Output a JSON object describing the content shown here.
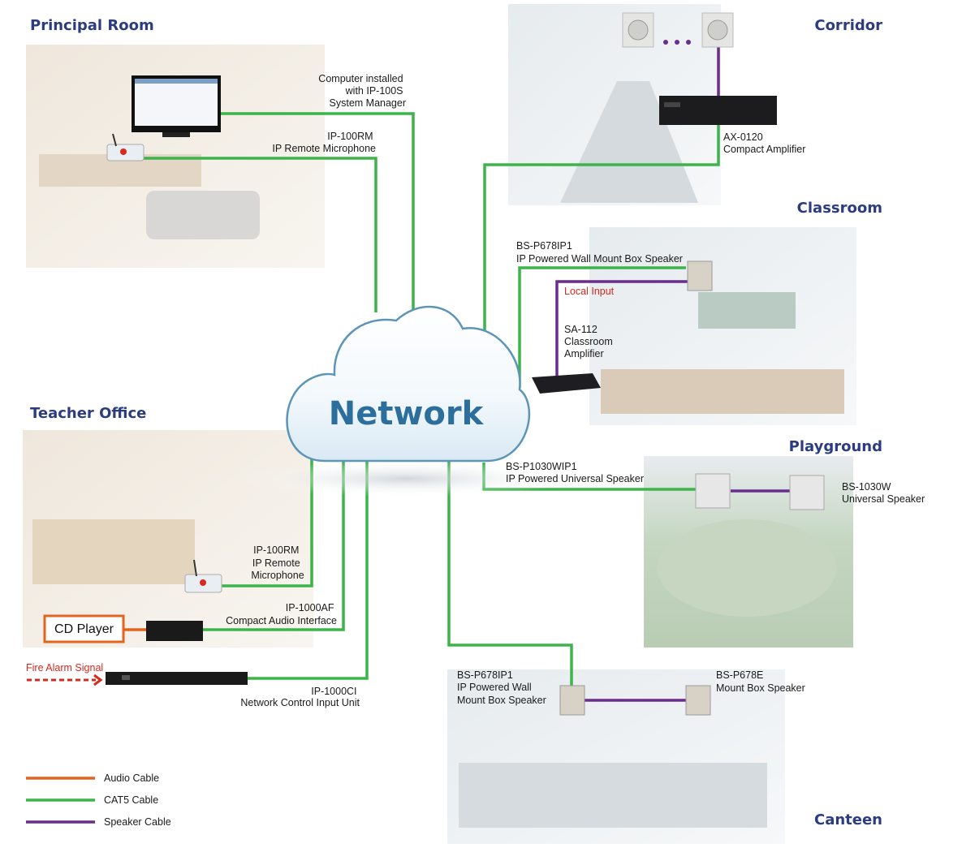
{
  "colors": {
    "title": "#2b3d80",
    "cat5": "#3cb44a",
    "speaker": "#6a2d8f",
    "audio": "#e4631f",
    "alarm": "#d62a1f",
    "network_text": "#2d6f9c"
  },
  "rooms": {
    "principal": "Principal Room",
    "corridor": "Corridor",
    "classroom": "Classroom",
    "teacher": "Teacher Office",
    "playground": "Playground",
    "canteen": "Canteen"
  },
  "network": "Network",
  "principal": {
    "computer": [
      "Computer installed",
      "with IP-100S",
      "System Manager"
    ],
    "mic": [
      "IP-100RM",
      "IP Remote Microphone"
    ]
  },
  "corridor": {
    "amp": [
      "AX-0120",
      "Compact Amplifier"
    ]
  },
  "classroom": {
    "speaker": [
      "BS-P678IP1",
      "IP Powered Wall Mount Box Speaker"
    ],
    "local_input": "Local Input",
    "amp": [
      "SA-112",
      "Classroom",
      "Amplifier"
    ]
  },
  "playground": {
    "ip_speaker": [
      "BS-P1030WIP1",
      "IP Powered Universal Speaker"
    ],
    "speaker": [
      "BS-1030W",
      "Universal Speaker"
    ]
  },
  "teacher": {
    "mic": [
      "IP-100RM",
      "IP Remote",
      "Microphone"
    ],
    "interface": [
      "IP-1000AF",
      "Compact Audio Interface"
    ],
    "cd_player": "CD Player",
    "fire_alarm": "Fire Alarm Signal",
    "control": [
      "IP-1000CI",
      "Network Control Input Unit"
    ]
  },
  "canteen": {
    "ip_speaker": [
      "BS-P678IP1",
      "IP Powered Wall",
      "Mount Box Speaker"
    ],
    "speaker": [
      "BS-P678E",
      "Mount Box Speaker"
    ]
  },
  "legend": {
    "audio": "Audio Cable",
    "cat5": "CAT5 Cable",
    "speaker": "Speaker Cable"
  }
}
